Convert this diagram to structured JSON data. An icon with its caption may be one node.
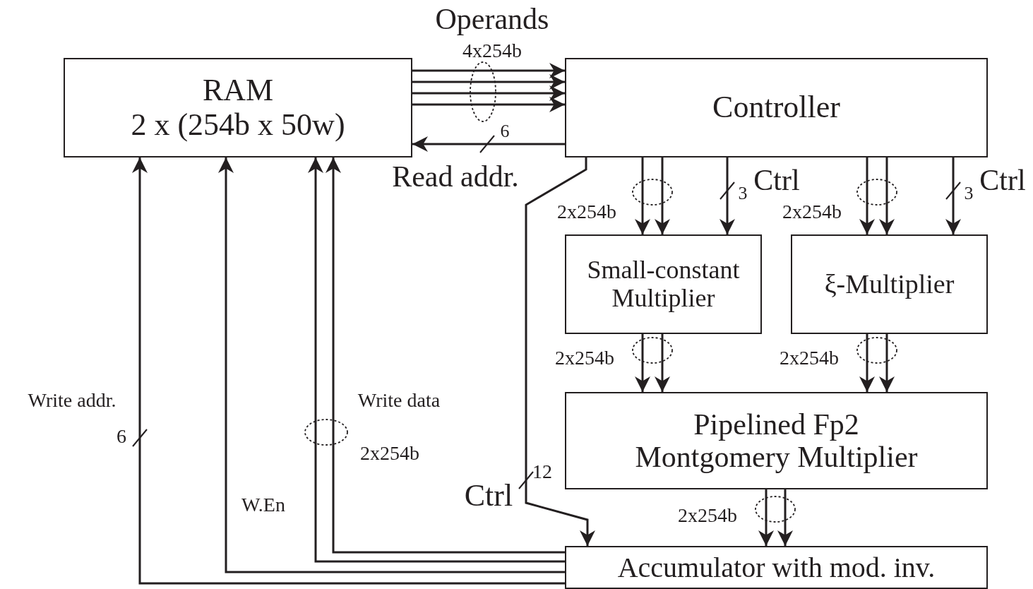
{
  "diagram": {
    "nodes": [
      {
        "text": [
          "RAM",
          "2 x (254b x 50w)"
        ]
      },
      {
        "text": [
          "Controller"
        ]
      },
      {
        "text": [
          "Small-constant Multiplier"
        ]
      },
      {
        "text": [
          "ξ-Multiplier"
        ]
      },
      {
        "text": [
          "Pipelined Fp2 Montgomery Multiplier"
        ]
      },
      {
        "text": [
          "Accumulator with mod. inv."
        ]
      }
    ],
    "edges": [
      {
        "from": 0,
        "to": 1,
        "arrow": "to"
      },
      {
        "from": 0,
        "to": 1,
        "arrow": "to"
      },
      {
        "from": 0,
        "to": 1,
        "arrow": "to"
      },
      {
        "from": 0,
        "to": 1,
        "arrow": "to"
      },
      {
        "from": 1,
        "to": 0,
        "arrow": "to"
      },
      {
        "from": 1,
        "to": 2,
        "arrow": "to"
      },
      {
        "from": 1,
        "to": 2,
        "arrow": "to"
      },
      {
        "from": 1,
        "to": 2,
        "arrow": "to"
      },
      {
        "from": 1,
        "to": 3,
        "arrow": "to"
      },
      {
        "from": 1,
        "to": 3,
        "arrow": "to"
      },
      {
        "from": 1,
        "to": 3,
        "arrow": "to"
      },
      {
        "from": 2,
        "to": 4,
        "arrow": "to"
      },
      {
        "from": 2,
        "to": 4,
        "arrow": "to"
      },
      {
        "from": 3,
        "to": 4,
        "arrow": "to"
      },
      {
        "from": 3,
        "to": 4,
        "arrow": "to"
      },
      {
        "from": 4,
        "to": 5,
        "arrow": "to"
      },
      {
        "from": 4,
        "to": 5,
        "arrow": "to"
      },
      {
        "from": 1,
        "to": 5,
        "arrow": "to"
      },
      {
        "from": 5,
        "to": 0,
        "arrow": "to"
      },
      {
        "from": 5,
        "to": 0,
        "arrow": "to"
      },
      {
        "from": 5,
        "to": 0,
        "arrow": "to"
      },
      {
        "from": 5,
        "to": 0,
        "arrow": "to"
      }
    ],
    "labels": [
      "Operands",
      "4x254b",
      "6",
      "Read addr.",
      "2x254b",
      "3",
      "Ctrl",
      "2x254b",
      "3",
      "Ctrl",
      "2x254b",
      "2x254b",
      "2x254b",
      "Ctrl",
      "12",
      "Write addr.",
      "6",
      "W.En",
      "Write data",
      "2x254b"
    ]
  }
}
